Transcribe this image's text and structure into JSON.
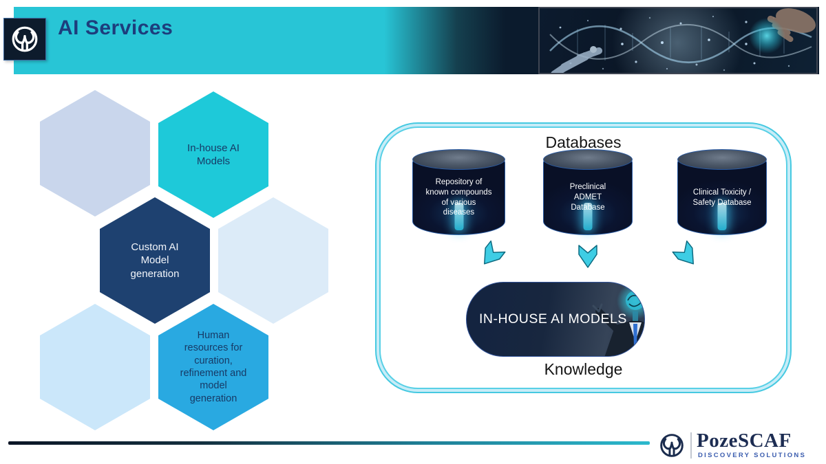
{
  "title": "AI Services",
  "hexagons": [
    {
      "label": "",
      "color": "#c9d6ec"
    },
    {
      "label": "In-house AI Models",
      "color": "#1ec9d9"
    },
    {
      "label": "Custom AI Model generation",
      "color": "#1e4170"
    },
    {
      "label": "",
      "color": "#dcebf8"
    },
    {
      "label": "",
      "color": "#cbe7fa"
    },
    {
      "label": "Human resources for curation, refinement and model generation",
      "color": "#29a9e1"
    }
  ],
  "panel": {
    "title": "Databases",
    "databases": [
      "Repository of known compounds of various diseases",
      "Preclinical ADMET Database",
      "Clinical Toxicity / Safety Database"
    ],
    "model_label": "IN-HOUSE AI MODELS",
    "output_label": "Knowledge"
  },
  "footer": {
    "brand": "PozeSCAF",
    "tagline": "DISCOVERY SOLUTIONS"
  },
  "colors": {
    "banner_teal": "#28c5d6",
    "title_navy": "#1d3d7c",
    "panel_border_cyan": "#45c9e1",
    "arrow_cyan": "#3ecde4",
    "cylinder_navy": "#0a1430",
    "footer_gradient_start": "#0b1626",
    "footer_gradient_end": "#2cb9cd"
  }
}
